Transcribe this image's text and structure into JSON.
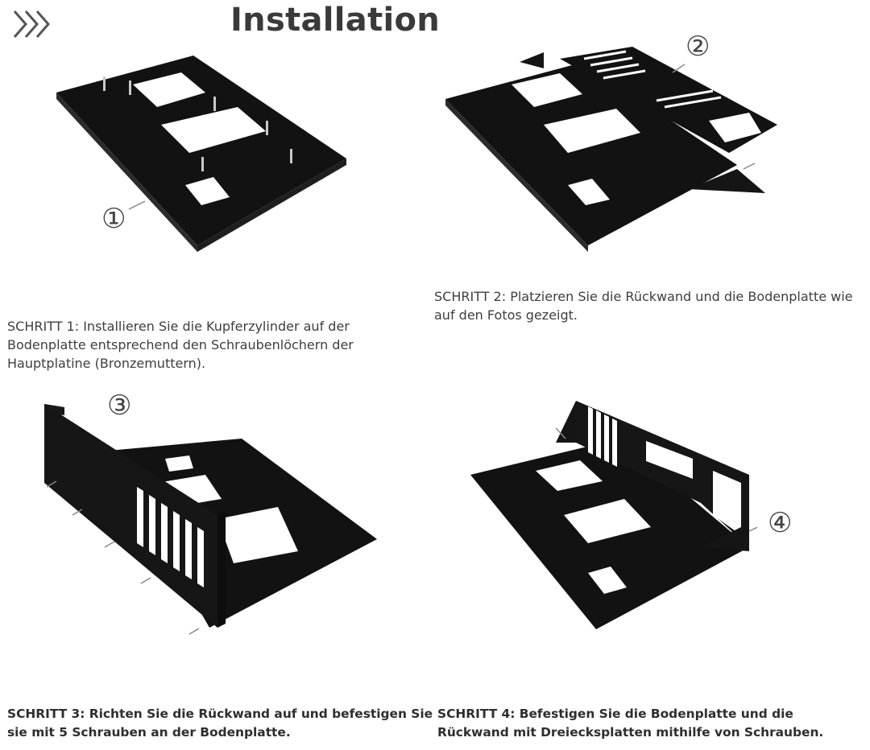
{
  "header": {
    "title": "Installation",
    "chevron_icon": "triple-chevron-right-icon"
  },
  "steps": [
    {
      "callout": "①",
      "text": "SCHRITT 1: Installieren Sie die Kupferzylinder auf der Bodenplatte entsprechend den Schraubenlöchern der Hauptplatine (Bronzemuttern)."
    },
    {
      "callout": "②",
      "text": "SCHRITT 2: Platzieren Sie die Rückwand und die Bodenplatte wie auf den Fotos gezeigt."
    },
    {
      "callout": "③",
      "text": "SCHRITT 3: Richten Sie die Rückwand auf und befestigen Sie sie mit 5 Schrauben an der Bodenplatte."
    },
    {
      "callout": "④",
      "text": "SCHRITT 4: Befestigen Sie die Bodenplatte und die Rückwand mit Dreiecksplatten mithilfe von Schrauben."
    }
  ],
  "colors": {
    "metal": "#141414",
    "metal_edge": "#2a2a2a",
    "text": "#3c3c3c"
  }
}
